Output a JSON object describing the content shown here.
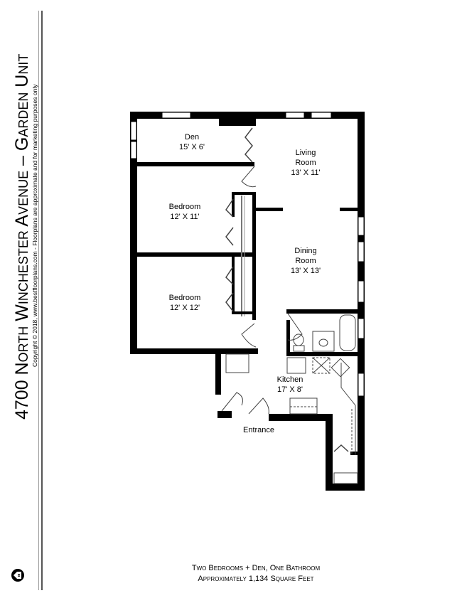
{
  "header": {
    "title": "4700 North Winchester Avenue – Garden Unit",
    "copyright": "Copyright © 2018, www.bestfloorplans.com - Floorplans are approximate and for marketing purposes only"
  },
  "rooms": [
    {
      "name": "Den",
      "size": "15' X 6'"
    },
    {
      "name": "Living\nRoom",
      "name_line1": "Living",
      "name_line2": "Room",
      "size": "13' X 11'"
    },
    {
      "name": "Bedroom",
      "size": "12' X 11'"
    },
    {
      "name_line1": "Dining",
      "name_line2": "Room",
      "size": "13' X 13'"
    },
    {
      "name": "Bedroom",
      "size": "12' X 12'"
    },
    {
      "name": "Kitchen",
      "size": "17' X 8'"
    },
    {
      "name": "Entrance"
    }
  ],
  "footer": {
    "line1": "Two Bedrooms + Den, One Bathroom",
    "line2": "Approximately 1,134 Square Feet"
  },
  "logo": {
    "icon": "bestfloorplans-logo-icon"
  }
}
